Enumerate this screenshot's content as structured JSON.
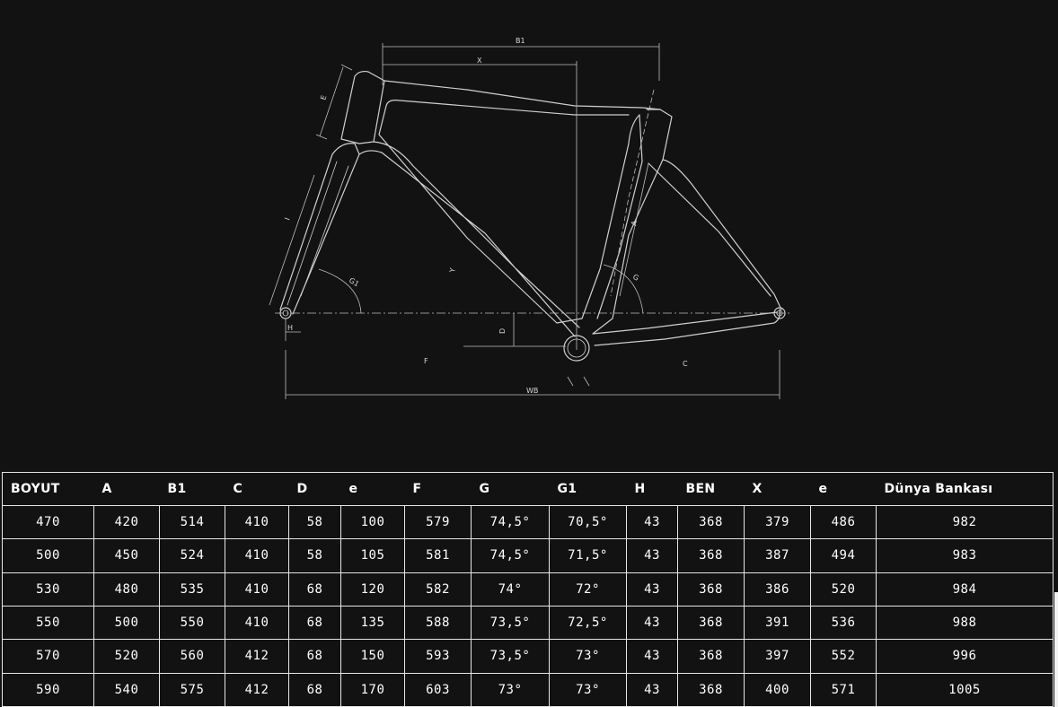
{
  "diagram": {
    "labels": {
      "b1": "B1",
      "x": "X",
      "e": "E",
      "i": "I",
      "g1": "G1",
      "y": "Y",
      "a": "A",
      "g": "G",
      "d": "D",
      "h": "H",
      "f": "F",
      "c": "C",
      "wb": "WB"
    }
  },
  "table": {
    "headers": [
      "BOYUT",
      "A",
      "B1",
      "C",
      "D",
      "e",
      "F",
      "G",
      "G1",
      "H",
      "BEN",
      "X",
      "e",
      "Dünya Bankası"
    ],
    "rows": [
      [
        "470",
        "420",
        "514",
        "410",
        "58",
        "100",
        "579",
        "74,5°",
        "70,5°",
        "43",
        "368",
        "379",
        "486",
        "982"
      ],
      [
        "500",
        "450",
        "524",
        "410",
        "58",
        "105",
        "581",
        "74,5°",
        "71,5°",
        "43",
        "368",
        "387",
        "494",
        "983"
      ],
      [
        "530",
        "480",
        "535",
        "410",
        "68",
        "120",
        "582",
        "74°",
        "72°",
        "43",
        "368",
        "386",
        "520",
        "984"
      ],
      [
        "550",
        "500",
        "550",
        "410",
        "68",
        "135",
        "588",
        "73,5°",
        "72,5°",
        "43",
        "368",
        "391",
        "536",
        "988"
      ],
      [
        "570",
        "520",
        "560",
        "412",
        "68",
        "150",
        "593",
        "73,5°",
        "73°",
        "43",
        "368",
        "397",
        "552",
        "996"
      ],
      [
        "590",
        "540",
        "575",
        "412",
        "68",
        "170",
        "603",
        "73°",
        "73°",
        "43",
        "368",
        "400",
        "571",
        "1005"
      ]
    ]
  }
}
